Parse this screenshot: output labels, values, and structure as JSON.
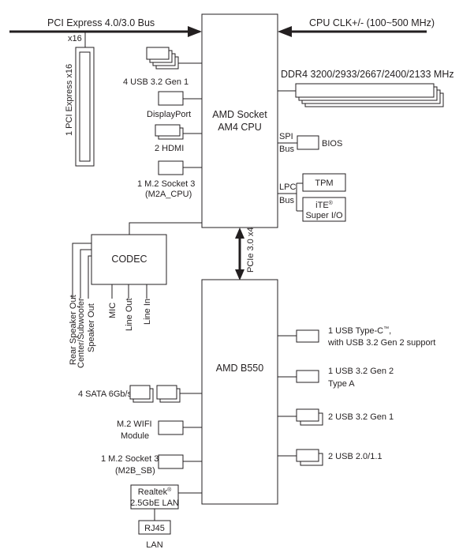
{
  "pcie_bus": "PCI Express 4.0/3.0 Bus",
  "pcie_width": "x16",
  "pcie_slot": "1 PCI Express x16",
  "cpu_clk": "CPU CLK+/- (100~500 MHz)",
  "ddr4": "DDR4 3200/2933/2667/2400/2133 MHz",
  "cpu": {
    "line1": "AMD Socket",
    "line2": "AM4 CPU"
  },
  "cpu_left": {
    "usb32gen1": "4 USB 3.2 Gen 1",
    "displayport": "DisplayPort",
    "hdmi": "2 HDMI",
    "m2_line1": "1 M.2 Socket 3",
    "m2_line2": "(M2A_CPU)"
  },
  "spi": {
    "line1": "SPI",
    "line2": "Bus"
  },
  "bios": "BIOS",
  "lpc": {
    "line1": "LPC",
    "line2": "Bus"
  },
  "tpm": "TPM",
  "ite": {
    "name": "iTE",
    "reg": "®",
    "line2": "Super I/O"
  },
  "pcie_link": "PCIe 3.0 x4",
  "codec": "CODEC",
  "audio": {
    "rear": "Rear Speaker Out",
    "center1": "Center/Subwoofer",
    "center2": "Speaker Out",
    "mic": "MIC",
    "lineout": "Line Out",
    "linein": "Line In"
  },
  "chipset": "AMD B550",
  "right": {
    "typec_line1": "1 USB Type-C",
    "typec_tm": "™",
    "typec_comma": ",",
    "typec_line2": "with USB 3.2 Gen 2 support",
    "gen2_line1": "1 USB 3.2 Gen 2",
    "gen2_line2": "Type A",
    "gen1": "2 USB 3.2 Gen 1",
    "usb20": "2 USB 2.0/1.1"
  },
  "left": {
    "sata": "4 SATA 6Gb/s",
    "wifi_line1": "M.2 WIFI",
    "wifi_line2": "Module",
    "m2sb_line1": "1 M.2 Socket 3",
    "m2sb_line2": "(M2B_SB)"
  },
  "realtek": {
    "name": "Realtek",
    "reg": "®",
    "line2": "2.5GbE LAN"
  },
  "rj45": "RJ45",
  "lan": "LAN"
}
